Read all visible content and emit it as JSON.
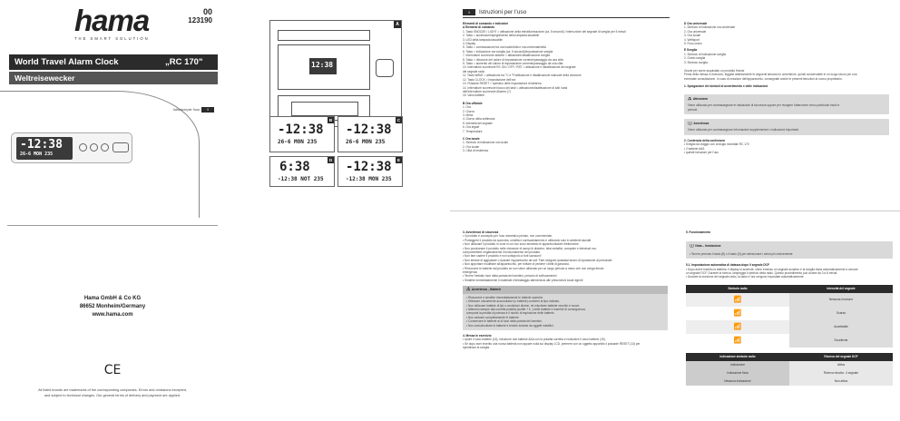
{
  "cover": {
    "article_no_top": "00",
    "article_no": "123190",
    "brand": "hama",
    "tagline": "THE SMART SOLUTION",
    "title": "World Travel Alarm Clock",
    "model": "„RC 170\"",
    "subtitle": "Weltreisewecker",
    "lang_label": "Istruzioni per l'uso",
    "lang_code": "I",
    "clock_time": "-12:38",
    "clock_date": "26-6 MON 235",
    "company": "Hama GmbH & Co KG",
    "city": "86652 Monheim/Germany",
    "website": "www.hama.com",
    "ce": "CE",
    "disclaimer1": "All listed brands are trademarks of the corresponding companies. Errors and omissions excepted,",
    "disclaimer2": "and subject to technical changes. Our general terms of delivery and payment are applied."
  },
  "figures": {
    "label_a": "A",
    "label_b": "B",
    "label_c": "C",
    "label_d": "D",
    "label_e": "E",
    "time_a": "12:38",
    "time_b": "-12:38",
    "date_b": "26-6 MON 235",
    "time_c": "-12:38",
    "date_c": "26-6 MON 235",
    "time_d": "6:38",
    "date_d": "-12:38 NOT 235",
    "time_e": "-12:38",
    "date_e": "-12:38 MON 235"
  },
  "page_it1": {
    "section_code": "I",
    "header": "Istruzioni per l'uso",
    "sec_controls": "Elementi di comando e indicatori",
    "sec_a": "A   Elementi di comando",
    "items_a": [
      "1.   Tasto SNOOZE / LIGHT = attivazione della retroilluminazione (ca. 5 secondi) / interruzione del segnale di sveglia per 5 minuti",
      "2.   Tasto  = accensione/spegnimento della lampada tascabile",
      "3.   LED della lampada tascabile",
      "4.   Display",
      "5.   Tasto  = commutazione tra ora locale/città e ora universale/città",
      "6.   Tasto  = indicazione ora sveglia (ca. 5 secondi)/impostazione sveglia",
      "7.   Interruttore scorrevole allarme = attivazione/disattivazione sveglia",
      "8.   Tasto  = riduzione del valore di impostazione corrente/passaggio da una città",
      "9.   Tasto  = aumento del valore di impostazione corrente/passaggio da una città",
      "10.  Interruttore scorrevole RC ON / OFF / RST = attivazione e disattivazione del segnale",
      "      del segnale radio",
      "11.  Tasto WAVE = attivazione tra °C e °F/attivazione e disattivazione manuale della ricezione",
      "12.  Tasto CLOCK = impostazione dell'ora",
      "13.  Pulsante RESET = ripristino delle impostazioni di fabbrica",
      "14.  Interruttore scorrevole blocco dei tasti = attivazione/disattivazione di tutti i tasti",
      "      dell'interruttore scorrevole Allarme (7)",
      "15.  Vano batterie"
    ],
    "sec_b": "B   Ora ufficiale",
    "items_b": [
      "1.   Ora",
      "2.   Giorno",
      "3.   Mese",
      "4.   Giorno della settimana",
      "5.   Intensità del segnale",
      "6.   Ora legale",
      "7.   Temperatura"
    ],
    "sec_c": "C   Ora locale",
    "items_c": [
      "1.   Simbolo di indicazione ora locale",
      "2.   Ora locale",
      "3.   Città di residenza"
    ],
    "sec_d": "D   Ora universale",
    "items_d": [
      "1.   Simbolo di indicazione ora universale",
      "2.   Ora universale",
      "3.   Ora locale",
      "4.   Weltsport",
      "5.   Fuso orario"
    ],
    "sec_e": "E   Sveglia",
    "items_e": [
      "1.   Simbolo di indicazione sveglia",
      "2.   Orario sveglia",
      "3.   Simbolo sveglia"
    ],
    "intro1": "Grazie per avere acquistato un prodotto Hama!",
    "intro2": "Prima della messa in esercizio, leggete attentamente le seguenti istruzioni e avvertenze, quindi conservatele in un luogo sicuro per una",
    "intro3": "eventuale consultazione. In caso di cessione dell'apparecchio, consegnate anche le presenti istruzioni al nuovo proprietario.",
    "sec1": "1. Spiegazione dei simboli di avvertimento e delle indicazioni",
    "warn_label": "Attenzione",
    "warn_text1": "Viene utilizzato per contrassegnare le indicazioni di sicurezza oppure per rivolgere l'attenzione verso particolari rischi e",
    "warn_text2": "pericoli.",
    "note_label": "Avvertenza",
    "note_text": "Viene utilizzato per contrassegnare informazioni supplementari o indicazioni importanti.",
    "sec2": "2. Contenuto della confezione",
    "items_2": [
      "• Sveglia da viaggio con orologio mondiale RC 170",
      "• 2 batterie AAA",
      "• queste istruzioni per l'uso"
    ]
  },
  "page_it2": {
    "sec3": "3. Avvertenze di sicurezza",
    "items_3": [
      "• Il prodotto è concepito per l'uso domestico privato, non commerciale.",
      "• Proteggere il prodotto da sporcizia, umidità e surriscaldamento e utilizzarlo solo in ambienti asciutti.",
      "• Non utilizzare il prodotto in zone in cui non sono ammessi le apparecchiature elettroniche.",
      "• Non posizionare il prodotto nelle vicinanze di campi di disturbo, telai metallici, computer e televisori ecc.",
      "   compromettere negativamente il funzionamento del prodotto.",
      "• Non fare cadere il prodotto e non sottoporlo a forti scossoni!",
      "• Non tentare di aggiustare o riparare l'apparecchio da soli. Fare eseguire qualsiasi lavoro di riparazione al personale",
      "• Non apportare modifiche all'apparecchio, per evitare di perdere i diritti di garanzia.",
      "• Rimuovere le batterie dal prodotto se non viene utilizzato per un lungo periodo a meno che non venga tenuto",
      "   emergenza",
      "• Tenere l'imballo fuori dalla portata dei bambini, pericolo di soffocamento!",
      "• Smaltire immediatamente il materiale d'imballaggio attenendosi alle prescrizioni locali vigenti"
    ],
    "warn_label": "Avvertenza – Batterie",
    "items_warn": [
      "• Rimuovere e smaltire immediatamente le batterie scariche.",
      "• Utilizzare unicamente accumulatori (o batterie) conformi al tipo indicato.",
      "• Non utilizzare batterie di tipi o condizioni diversi, né mischiare batterie vecchie e nuove.",
      "• Attenersi sempre alla corretta polarità (scritte + e -) delle batterie e inserirle di conseguenza.",
      "   comporta la perdita di potenza e il rischio di esplosione delle batterie.",
      "• Non caricare completamente le batterie.",
      "• Conservare le batterie al di fuori della portata dei bambini.",
      "• Non cortocircuitare le batterie e tenerle lontane da oggetti metallici."
    ],
    "sec4": "4. Messa in esercizio",
    "items_4": [
      "• Aprire il vano batterie (15), introdurre due batterie AAA con la polarità corretta e richiudere il vano batterie (15).",
      "• Se dopo aver inserito una nuova batteria non appare nulla sul display LCD, premere con un oggetto appuntito il pulsante RESET (13) per",
      "   ripristinare la sveglia."
    ]
  },
  "page_it3": {
    "sec5": "5. Funzionamento",
    "note_label": "Nota – Immissione",
    "note_text": "• Tenere premuto il tasto  (8) o il tasto  (9) per selezionare i valori più velocemente",
    "sec51": "5.1. Impostazione automatica di datazza dopo il segnale DCF",
    "items_51": [
      "• Dopo avere inserito la batteria, il display si accende, viene emesso un segnale acustico e la sveglia inizia automaticamente a cercare",
      "   un segnale DCF. Durante la ricerca, lampeggia il simbolo della radio. Questo procedimento può durare da 3 a 8 minuti.",
      "• Durante la ricezione del segnale radio, la data e l'ora vengono impostate automaticamente."
    ],
    "table1_h1": "Simbolo radio",
    "table1_h2": "Intensità del segnale",
    "table1_rows": [
      "Nessuna ricezione",
      "Scarsa",
      "Accettabile",
      "Eccellente"
    ],
    "table2_h1": "Indicazione simbolo radio",
    "table2_h2": "Ricerca del segnale DCF",
    "table2_rows": [
      [
        "Indicazione",
        "Attiva"
      ],
      [
        "Indicazione fissa",
        "Ricerca riuscita - il segnale"
      ],
      [
        "Nessuna indicazione",
        "Non attiva"
      ]
    ]
  }
}
